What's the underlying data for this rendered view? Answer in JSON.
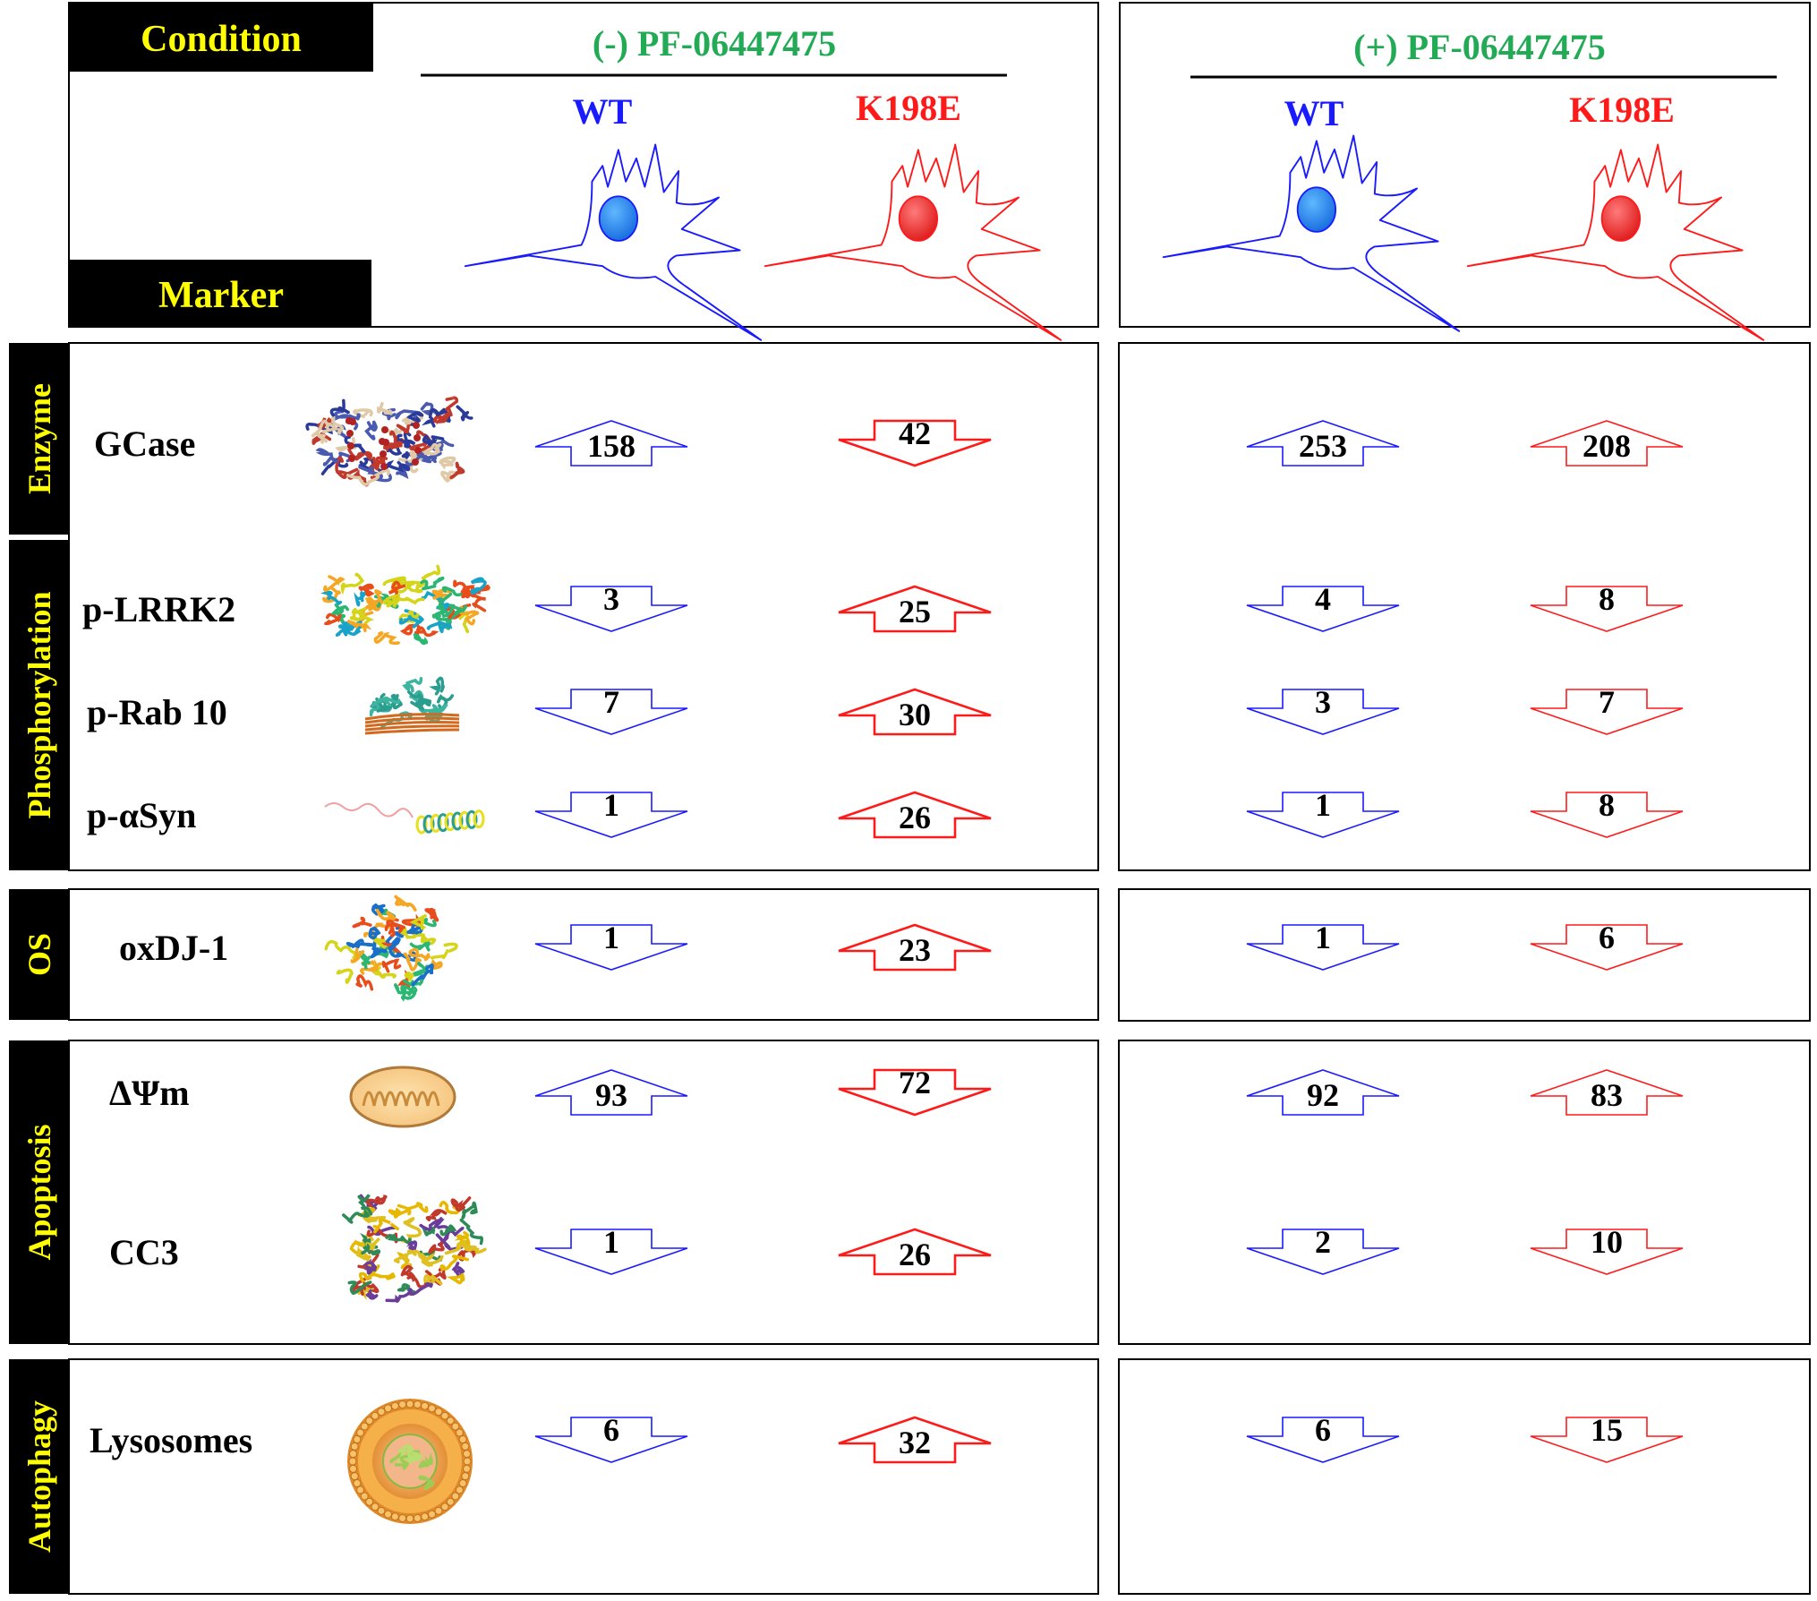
{
  "header": {
    "condition_label": "Condition",
    "marker_label": "Marker",
    "label_color": "#ffff00",
    "group_color": "#22aa55",
    "groups": [
      {
        "label": "(-) PF-06447475"
      },
      {
        "label": "(+) PF-06447475"
      }
    ],
    "genotypes": [
      {
        "label": "WT",
        "color": "#1a1aff"
      },
      {
        "label": "K198E",
        "color": "#ff1a1a"
      }
    ]
  },
  "categories": [
    {
      "label": "Enzyme"
    },
    {
      "label": "Phosphorylation"
    },
    {
      "label": "OS"
    },
    {
      "label": "Apoptosis"
    },
    {
      "label": "Autophagy"
    }
  ],
  "rows": [
    {
      "marker": "GCase",
      "icon": "gcase-protein-structure-icon",
      "cells": [
        {
          "value": "158",
          "dir": "up"
        },
        {
          "value": "42",
          "dir": "down"
        },
        {
          "value": "253",
          "dir": "up"
        },
        {
          "value": "208",
          "dir": "up"
        }
      ]
    },
    {
      "marker": "p-LRRK2",
      "icon": "lrrk2-protein-structure-icon",
      "cells": [
        {
          "value": "3",
          "dir": "down"
        },
        {
          "value": "25",
          "dir": "up"
        },
        {
          "value": "4",
          "dir": "down"
        },
        {
          "value": "8",
          "dir": "down"
        }
      ]
    },
    {
      "marker": "p-Rab 10",
      "icon": "rab10-protein-structure-icon",
      "cells": [
        {
          "value": "7",
          "dir": "down"
        },
        {
          "value": "30",
          "dir": "up"
        },
        {
          "value": "3",
          "dir": "down"
        },
        {
          "value": "7",
          "dir": "down"
        }
      ]
    },
    {
      "marker": "p-αSyn",
      "icon": "alpha-synuclein-structure-icon",
      "cells": [
        {
          "value": "1",
          "dir": "down"
        },
        {
          "value": "26",
          "dir": "up"
        },
        {
          "value": "1",
          "dir": "down"
        },
        {
          "value": "8",
          "dir": "down"
        }
      ]
    },
    {
      "marker": "oxDJ-1",
      "icon": "dj1-protein-structure-icon",
      "cells": [
        {
          "value": "1",
          "dir": "down"
        },
        {
          "value": "23",
          "dir": "up"
        },
        {
          "value": "1",
          "dir": "down"
        },
        {
          "value": "6",
          "dir": "down"
        }
      ]
    },
    {
      "marker": "ΔΨm",
      "icon": "mitochondrion-icon",
      "cells": [
        {
          "value": "93",
          "dir": "up"
        },
        {
          "value": "72",
          "dir": "down"
        },
        {
          "value": "92",
          "dir": "up"
        },
        {
          "value": "83",
          "dir": "up"
        }
      ]
    },
    {
      "marker": "CC3",
      "icon": "caspase3-protein-structure-icon",
      "cells": [
        {
          "value": "1",
          "dir": "down"
        },
        {
          "value": "26",
          "dir": "up"
        },
        {
          "value": "2",
          "dir": "down"
        },
        {
          "value": "10",
          "dir": "down"
        }
      ]
    },
    {
      "marker": "Lysosomes",
      "icon": "lysosome-icon",
      "cells": [
        {
          "value": "6",
          "dir": "down"
        },
        {
          "value": "32",
          "dir": "up"
        },
        {
          "value": "6",
          "dir": "down"
        },
        {
          "value": "15",
          "dir": "down"
        }
      ]
    }
  ]
}
